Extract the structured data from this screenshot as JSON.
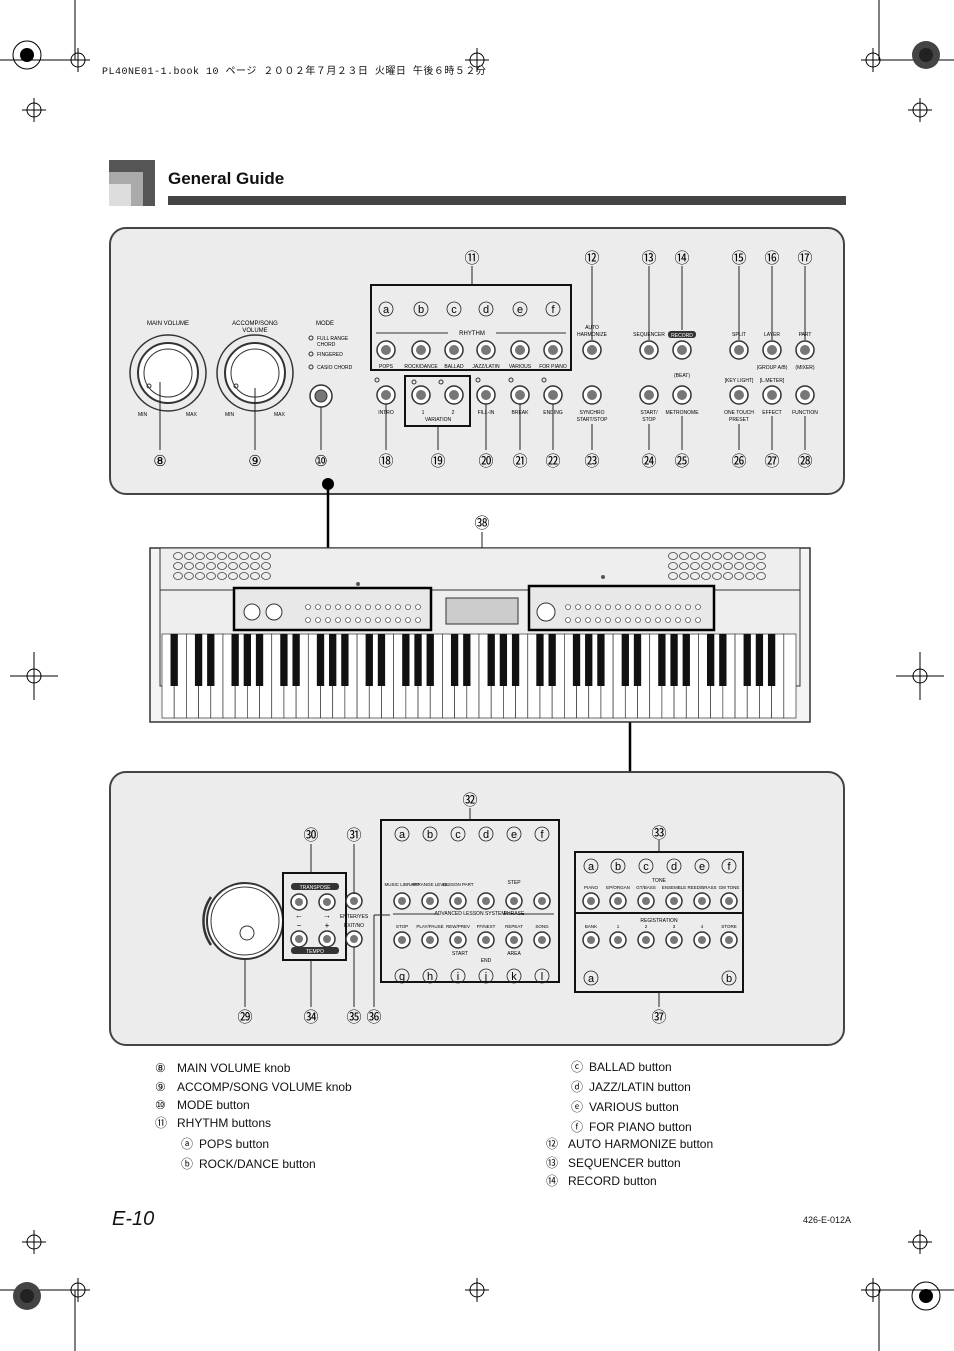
{
  "header": {
    "book_line": "PL40NE01-1.book  10 ページ  ２００２年７月２３日  火曜日  午後６時５２分"
  },
  "section": {
    "title": "General Guide"
  },
  "top_panel": {
    "main_volume": "MAIN VOLUME",
    "accomp_volume_1": "ACCOMP/SONG",
    "accomp_volume_2": "VOLUME",
    "min": "MIN",
    "max": "MAX",
    "mode": "MODE",
    "mode_full_1": "FULL RANGE",
    "mode_full_2": "CHORD",
    "mode_fingered": "FINGERED",
    "mode_casio": "CASIO CHORD",
    "rhythm": "RHYTHM",
    "rhythm_buttons": [
      "POPS",
      "ROCK/DANCE",
      "BALLAD",
      "JAZZ/LATIN",
      "VARIOUS",
      "FOR PIANO"
    ],
    "rhythm_letters": [
      "a",
      "b",
      "c",
      "d",
      "e",
      "f"
    ],
    "auto_harm_1": "AUTO",
    "auto_harm_2": "HARMONIZE",
    "sequencer": "SEQUENCER",
    "record": "RECORD",
    "split": "SPLIT",
    "layer": "LAYER",
    "part": "PART",
    "group": "(GROUP A/B)",
    "mixer": "(MIXER)",
    "beat": "(BEAT)",
    "key_light": "[KEY LIGHT]",
    "l_meter": "[L.METER]",
    "intro": "INTRO",
    "variation": "VARIATION",
    "var1": "1",
    "var2": "2",
    "fill_in": "FILL-IN",
    "break": "BREAK",
    "ending": "ENDING",
    "synchro_1": "SYNCHRO",
    "synchro_2": "START/STOP",
    "start_stop_1": "START/",
    "start_stop_2": "STOP",
    "metronome": "METRONOME",
    "otp_1": "ONE TOUCH",
    "otp_2": "PRESET",
    "effect": "EFFECT",
    "function": "FUNCTION",
    "callouts_top": [
      "⑪",
      "⑫",
      "⑬",
      "⑭",
      "⑮",
      "⑯",
      "⑰"
    ],
    "callouts_bottom": [
      "⑧",
      "⑨",
      "⑩",
      "⑱",
      "⑲",
      "⑳",
      "㉑",
      "㉒",
      "㉓",
      "㉔",
      "㉕",
      "㉖",
      "㉗",
      "㉘"
    ]
  },
  "keyboard": {
    "callout": "㊳"
  },
  "bottom_panel": {
    "transpose": "TRANSPOSE",
    "tempo": "TEMPO",
    "left_arrow": "←",
    "right_arrow": "→",
    "minus": "−",
    "plus": "+",
    "enter_yes": "ENTER/YES",
    "exit_no": "EXIT/NO",
    "lesson_top": [
      "MUSIC LIBRARY",
      "ARRANGE LEVEL",
      "LESSON PART",
      "",
      "",
      ""
    ],
    "step": "STEP",
    "adv_lesson": "ADVANCED LESSON SYSTEM",
    "phrase": "PHRASE",
    "lesson_bottom": [
      "STOP",
      "PLAY/PAUSE",
      "REW/PREV",
      "FF/NEXT",
      "REPEAT",
      "SONG"
    ],
    "start": "START",
    "end": "END",
    "area": "AREA",
    "tone": "TONE",
    "tone_buttons": [
      "PIANO",
      "EP/ORGAN",
      "GT/BASS",
      "ENSEMBLE",
      "REED/BRASS",
      "GM TONE"
    ],
    "registration": "REGISTRATION",
    "reg_buttons": [
      "BANK",
      "1",
      "2",
      "3",
      "4",
      "STORE"
    ],
    "letters_abcdef": [
      "a",
      "b",
      "c",
      "d",
      "e",
      "f"
    ],
    "letters_ghijkl": [
      "g",
      "h",
      "i",
      "j",
      "k",
      "l"
    ],
    "reg_letters": [
      "a",
      "b"
    ],
    "callouts": [
      "㉚",
      "㉛",
      "㉜",
      "㉝",
      "㉙",
      "㉞",
      "㉟",
      "㊱",
      "㊲"
    ]
  },
  "legend": {
    "left": [
      {
        "num": "⑧",
        "label": "MAIN VOLUME knob"
      },
      {
        "num": "⑨",
        "label": "ACCOMP/SONG VOLUME knob"
      },
      {
        "num": "⑩",
        "label": "MODE button"
      },
      {
        "num": "⑪",
        "label": "RHYTHM buttons"
      }
    ],
    "left_sub": [
      {
        "num": "ⓐ",
        "label": "POPS button"
      },
      {
        "num": "ⓑ",
        "label": "ROCK/DANCE button"
      }
    ],
    "right_sub": [
      {
        "num": "ⓒ",
        "label": "BALLAD button"
      },
      {
        "num": "ⓓ",
        "label": "JAZZ/LATIN button"
      },
      {
        "num": "ⓔ",
        "label": "VARIOUS button"
      },
      {
        "num": "ⓕ",
        "label": "FOR PIANO button"
      }
    ],
    "right": [
      {
        "num": "⑫",
        "label": "AUTO HARMONIZE button"
      },
      {
        "num": "⑬",
        "label": "SEQUENCER button"
      },
      {
        "num": "⑭",
        "label": "RECORD button"
      }
    ]
  },
  "footer": {
    "page": "E-10",
    "code": "426-E-012A"
  }
}
